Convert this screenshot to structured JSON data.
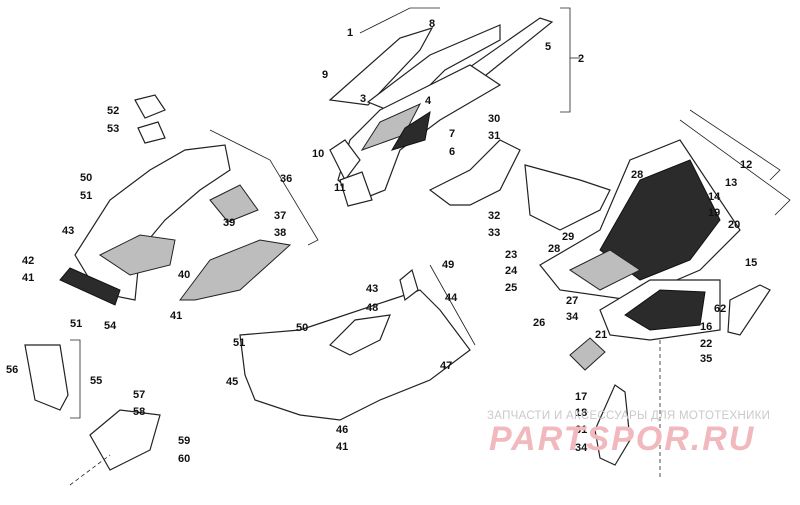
{
  "callouts": [
    {
      "id": "c1",
      "text": "1"
    },
    {
      "id": "c2",
      "text": "2"
    },
    {
      "id": "c3",
      "text": "3"
    },
    {
      "id": "c4",
      "text": "4"
    },
    {
      "id": "c5",
      "text": "5"
    },
    {
      "id": "c6",
      "text": "6"
    },
    {
      "id": "c7",
      "text": "7"
    },
    {
      "id": "c8",
      "text": "8"
    },
    {
      "id": "c9",
      "text": "9"
    },
    {
      "id": "c10",
      "text": "10"
    },
    {
      "id": "c11",
      "text": "11"
    },
    {
      "id": "c12",
      "text": "12"
    },
    {
      "id": "c13",
      "text": "13"
    },
    {
      "id": "c14",
      "text": "14"
    },
    {
      "id": "c15",
      "text": "15"
    },
    {
      "id": "c16",
      "text": "16"
    },
    {
      "id": "c17",
      "text": "17"
    },
    {
      "id": "c18",
      "text": "18"
    },
    {
      "id": "c19",
      "text": "19"
    },
    {
      "id": "c20",
      "text": "20"
    },
    {
      "id": "c21",
      "text": "21"
    },
    {
      "id": "c22",
      "text": "22"
    },
    {
      "id": "c23",
      "text": "23"
    },
    {
      "id": "c24",
      "text": "24"
    },
    {
      "id": "c25",
      "text": "25"
    },
    {
      "id": "c26",
      "text": "26"
    },
    {
      "id": "c27",
      "text": "27"
    },
    {
      "id": "c28a",
      "text": "28"
    },
    {
      "id": "c28b",
      "text": "28"
    },
    {
      "id": "c29",
      "text": "29"
    },
    {
      "id": "c30",
      "text": "30"
    },
    {
      "id": "c31",
      "text": "31"
    },
    {
      "id": "c32",
      "text": "32"
    },
    {
      "id": "c33",
      "text": "33"
    },
    {
      "id": "c34a",
      "text": "34"
    },
    {
      "id": "c34b",
      "text": "34"
    },
    {
      "id": "c35",
      "text": "35"
    },
    {
      "id": "c36",
      "text": "36"
    },
    {
      "id": "c37",
      "text": "37"
    },
    {
      "id": "c38",
      "text": "38"
    },
    {
      "id": "c39",
      "text": "39"
    },
    {
      "id": "c40",
      "text": "40"
    },
    {
      "id": "c41a",
      "text": "41"
    },
    {
      "id": "c41b",
      "text": "41"
    },
    {
      "id": "c41c",
      "text": "41"
    },
    {
      "id": "c42",
      "text": "42"
    },
    {
      "id": "c43a",
      "text": "43"
    },
    {
      "id": "c43b",
      "text": "43"
    },
    {
      "id": "c44",
      "text": "44"
    },
    {
      "id": "c45",
      "text": "45"
    },
    {
      "id": "c46",
      "text": "46"
    },
    {
      "id": "c47",
      "text": "47"
    },
    {
      "id": "c48",
      "text": "48"
    },
    {
      "id": "c49",
      "text": "49"
    },
    {
      "id": "c50a",
      "text": "50"
    },
    {
      "id": "c50b",
      "text": "50"
    },
    {
      "id": "c51a",
      "text": "51"
    },
    {
      "id": "c51b",
      "text": "51"
    },
    {
      "id": "c51c",
      "text": "51"
    },
    {
      "id": "c52",
      "text": "52"
    },
    {
      "id": "c53",
      "text": "53"
    },
    {
      "id": "c54",
      "text": "54"
    },
    {
      "id": "c55",
      "text": "55"
    },
    {
      "id": "c56",
      "text": "56"
    },
    {
      "id": "c57",
      "text": "57"
    },
    {
      "id": "c58",
      "text": "58"
    },
    {
      "id": "c59",
      "text": "59"
    },
    {
      "id": "c60",
      "text": "60"
    },
    {
      "id": "c61",
      "text": "61"
    },
    {
      "id": "c62",
      "text": "62"
    }
  ],
  "watermark": {
    "tagline": "ЗАПЧАСТИ И АКСЕССУАРЫ ДЛЯ МОТОТЕХНИКИ",
    "logo": "PARTSPOR.RU"
  }
}
